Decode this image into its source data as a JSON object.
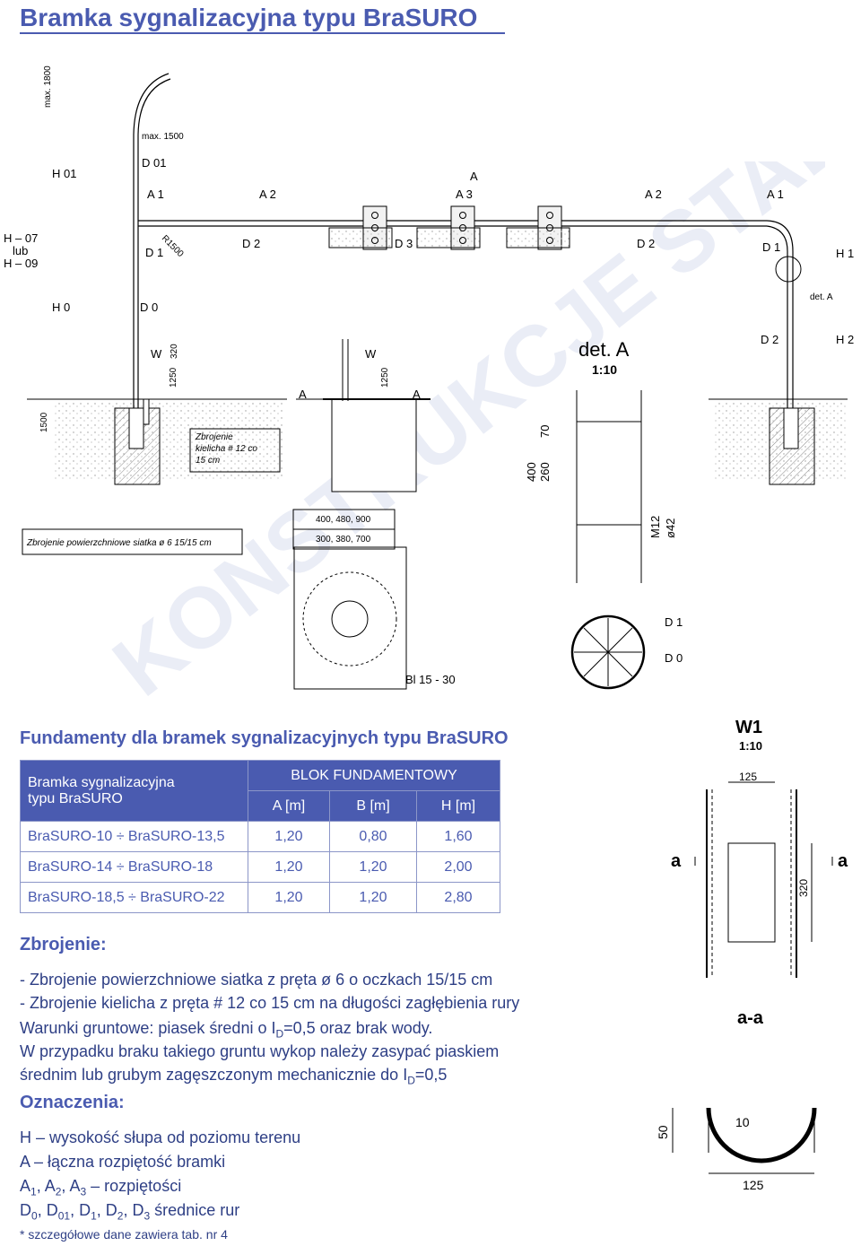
{
  "title": "Bramka sygnalizacyjna typu BraSURO",
  "drawing": {
    "labels": {
      "h01": "H 01",
      "d01": "D 01",
      "a": "A",
      "a1": "A 1",
      "a2": "A 2",
      "a3": "A 3",
      "h07": "H – 07",
      "lub": "lub",
      "h09": "H – 09",
      "d1": "D 1",
      "d2": "D 2",
      "d3": "D 3",
      "h1": "H 1",
      "h0": "H 0",
      "d0": "D 0",
      "w": "W",
      "h2": "H 2",
      "deta_small": "det. A",
      "deta": "det. A",
      "scale_110": "1:10",
      "max1800": "max. 1800",
      "max1500": "max. 1500",
      "r1500": "R1500",
      "n320": "320",
      "n1250": "1250",
      "n1500": "1500",
      "n400": "400",
      "n260": "260",
      "n70": "70",
      "m12": "M12",
      "phi42": "ø42",
      "zbro_kiel": [
        "Zbrojenie",
        "kielicha # 12 co",
        "15 cm"
      ],
      "zbro_pow": "Zbrojenie powierzchniowe siatka ø 6 15/15 cm",
      "dims_outer": "400, 480, 900",
      "dims_inner": "300, 380, 700",
      "bl": "Bl 15 - 30"
    },
    "watermark": "KONSTRUKCJE STALOWE"
  },
  "foundations": {
    "title": "Fundamenty dla bramek sygnalizacyjnych typu BraSURO",
    "col_type": [
      "Bramka sygnalizacyjna",
      "typu BraSURO"
    ],
    "col_block": "BLOK FUNDAMENTOWY",
    "col_a": "A [m]",
    "col_b": "B [m]",
    "col_h": "H [m]",
    "rows": [
      {
        "type": "BraSURO-10 ÷ BraSURO-13,5",
        "a": "1,20",
        "b": "0,80",
        "h": "1,60"
      },
      {
        "type": "BraSURO-14 ÷ BraSURO-18",
        "a": "1,20",
        "b": "1,20",
        "h": "2,00"
      },
      {
        "type": "BraSURO-18,5 ÷ BraSURO-22",
        "a": "1,20",
        "b": "1,20",
        "h": "2,80"
      }
    ]
  },
  "w1": {
    "title": "W1",
    "scale": "1:10",
    "dim_width": "125",
    "dim_height": "320",
    "section_left": "a",
    "section_right": "a"
  },
  "aa": {
    "title": "a-a",
    "dim_50": "50",
    "dim_10": "10",
    "dim_125": "125"
  },
  "reinforcement": {
    "heading": "Zbrojenie:",
    "lines": [
      "- Zbrojenie powierzchniowe siatka z pręta ø 6 o oczkach 15/15 cm",
      "- Zbrojenie kielicha z pręta # 12 co 15 cm na długości zagłębienia rury"
    ],
    "soil_1a": "Warunki gruntowe: piasek średni o I",
    "soil_sub": "D",
    "soil_1b": "=0,5 oraz brak wody.",
    "soil_2": "W przypadku braku takiego gruntu wykop należy zasypać piaskiem",
    "soil_3a": "średnim lub grubym zagęszczonym mechanicznie do I",
    "soil_3b": "=0,5"
  },
  "legend": {
    "heading": "Oznaczenia:",
    "h_line": "H – wysokość słupa od poziomu terenu",
    "a_line": "A – łączna rozpiętość bramki",
    "a_items_prefix": "A",
    "a_subs": [
      "1",
      "2",
      "3"
    ],
    "a_suffix": " – rozpiętości",
    "d_prefix": "D",
    "d_subs": [
      "0",
      "01",
      "1",
      "2",
      "3"
    ],
    "d_suffix": " średnice rur",
    "note": "* szczegółowe dane zawiera tab. nr 4"
  }
}
